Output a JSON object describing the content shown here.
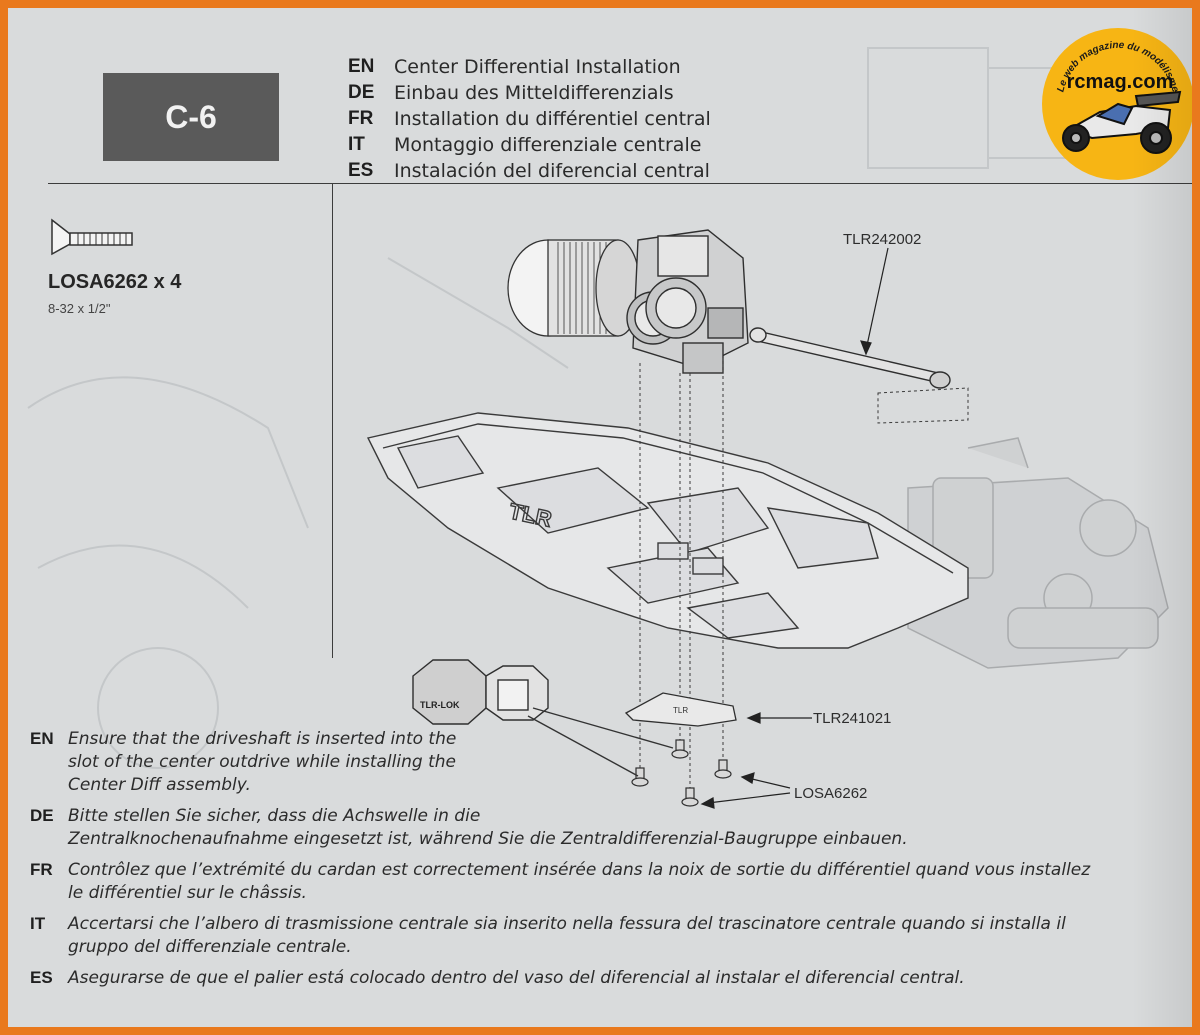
{
  "step": {
    "label": "C-6"
  },
  "titles": [
    {
      "lang": "EN",
      "text": "Center Differential Installation"
    },
    {
      "lang": "DE",
      "text": "Einbau des Mitteldifferenzials"
    },
    {
      "lang": "FR",
      "text": "Installation du différentiel central"
    },
    {
      "lang": "IT",
      "text": "Montaggio differenziale centrale"
    },
    {
      "lang": "ES",
      "text": "Instalación del diferencial central"
    }
  ],
  "parts_list": {
    "name": "LOSA6262 x 4",
    "size": "8-32 x 1/2\""
  },
  "callouts": {
    "diff": "TLR242002",
    "plate": "TLR241021",
    "screw": "LOSA6262",
    "tool": "TLR-LOK"
  },
  "notes": [
    {
      "lang": "EN",
      "lines": [
        "Ensure that the driveshaft is inserted into the",
        "slot of the center outdrive while installing the",
        "Center Diff assembly."
      ]
    },
    {
      "lang": "DE",
      "lines": [
        "Bitte stellen Sie sicher, dass die Achswelle in die",
        "Zentralknochenaufnahme eingesetzt ist, während Sie die Zentraldifferenzial-Baugruppe einbauen."
      ]
    },
    {
      "lang": "FR",
      "lines": [
        "Contrôlez que l’extrémité du cardan est correctement insérée dans la noix de sortie du différentiel quand vous installez",
        "le différentiel sur le châssis."
      ]
    },
    {
      "lang": "IT",
      "lines": [
        "Accertarsi che l’albero di trasmissione centrale sia inserito nella fessura del trascinatore centrale quando si installa il",
        "gruppo del differenziale centrale."
      ]
    },
    {
      "lang": "ES",
      "lines": [
        "Asegurarse de que el palier está colocado dentro del vaso del diferencial al instalar el diferencial central."
      ]
    }
  ],
  "logo": {
    "brand": "rcmag.com",
    "tagline": "Le web magazine du modélisme"
  },
  "colors": {
    "frame": "#e9791d",
    "paper": "#d9dbdc",
    "step_box": "#5a5a5a",
    "logo_yellow": "#f7b514"
  }
}
